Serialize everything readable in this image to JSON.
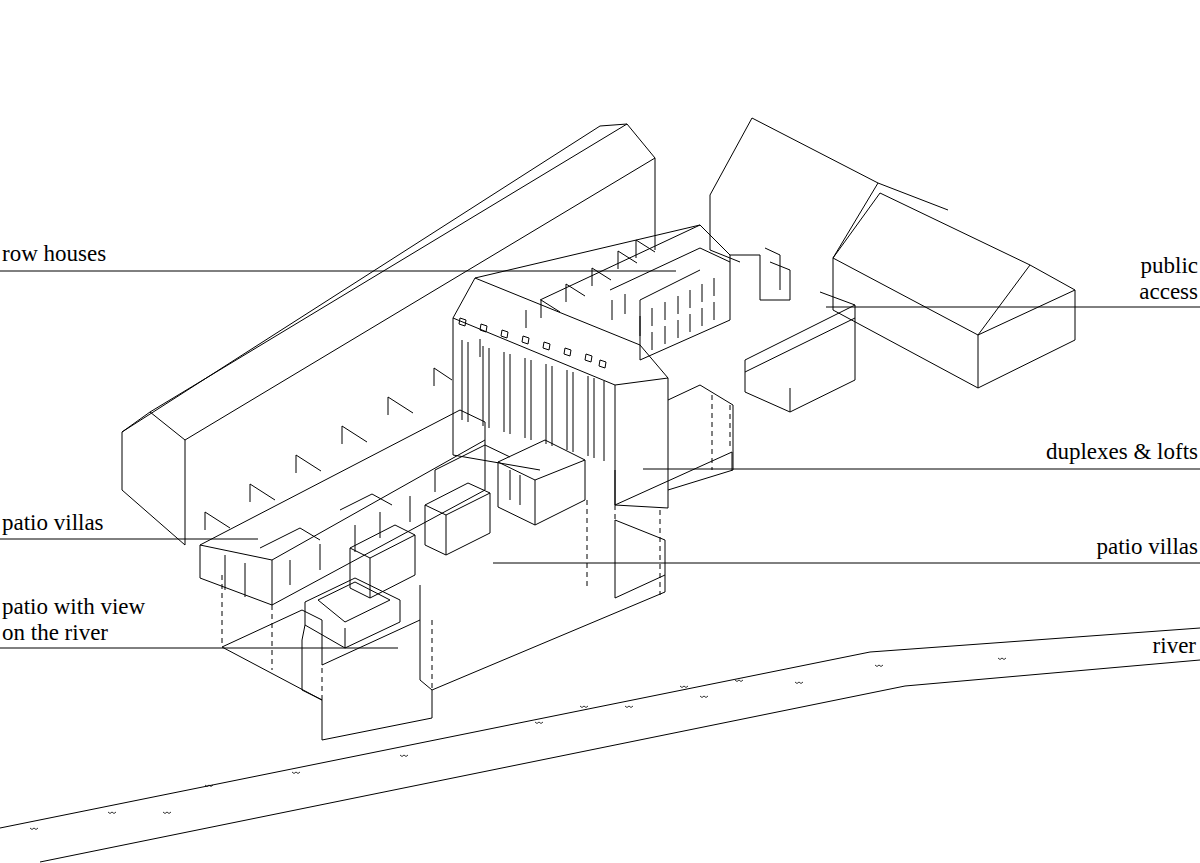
{
  "diagram": {
    "labels": [
      "row houses",
      "public access",
      "duplexes & lofts",
      "patio villas",
      "patio villas",
      "patio with view on the river",
      "river"
    ]
  }
}
